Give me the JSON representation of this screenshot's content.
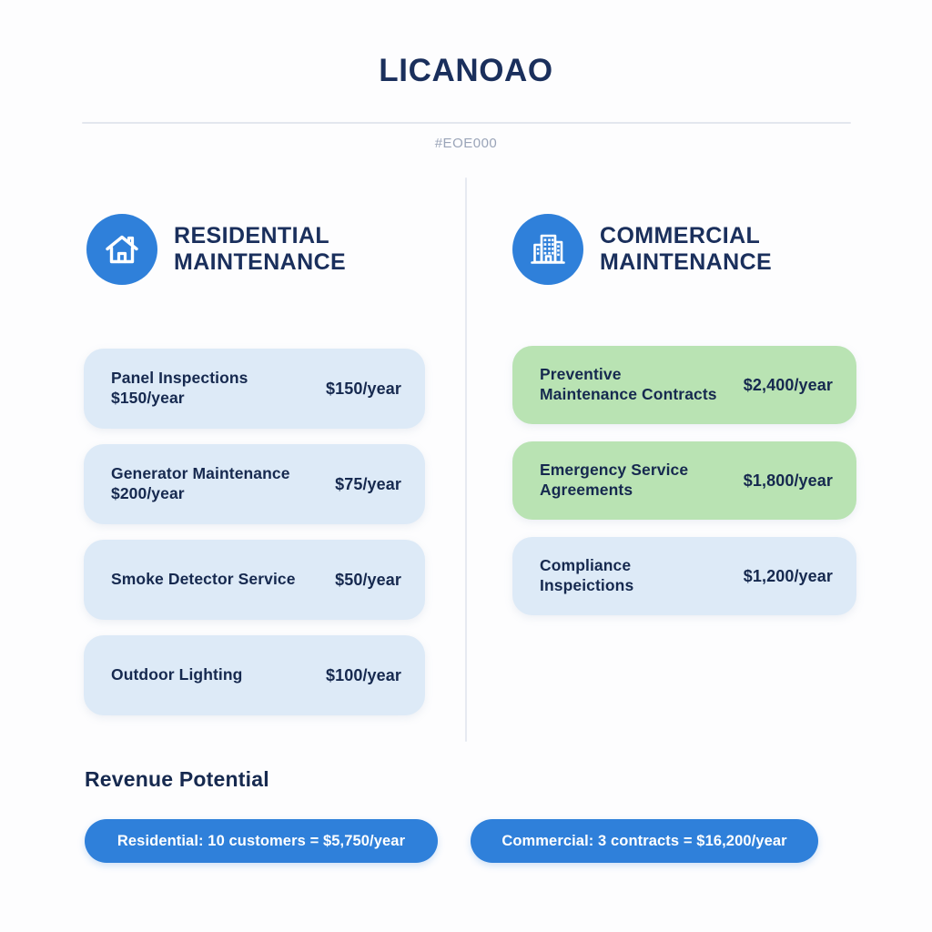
{
  "header": {
    "title": "LICANOAO",
    "subtitle": "#EOE000"
  },
  "colors": {
    "brand_blue": "#2f80da",
    "navy_text": "#16294f",
    "title_navy": "#1a2f5c",
    "card_blue": "#ddeaf7",
    "card_green": "#b9e3b3",
    "background": "#fdfdfe",
    "divider": "#e7eaf1"
  },
  "columns": [
    {
      "key": "residential",
      "icon": "home-icon",
      "title": "RESIDENTIAL\nMAINTENANCE",
      "items": [
        {
          "label": "Panel Inspections\n$150/year",
          "price": "$150/year",
          "tone": "blue"
        },
        {
          "label": "Generator Maintenance\n$200/year",
          "price": "$75/year",
          "tone": "blue"
        },
        {
          "label": "Smoke Detector Service",
          "price": "$50/year",
          "tone": "blue"
        },
        {
          "label": "Outdoor Lighting",
          "price": "$100/year",
          "tone": "blue"
        }
      ]
    },
    {
      "key": "commercial",
      "icon": "building-icon",
      "title": "COMMERCIAL\nMAINTENANCE",
      "items": [
        {
          "label": "Preventive\nMaintenance Contracts",
          "price": "$2,400/year",
          "tone": "green"
        },
        {
          "label": "Emergency Service\nAgreements",
          "price": "$1,800/year",
          "tone": "green"
        },
        {
          "label": "Compliance\nInspeictions",
          "price": "$1,200/year",
          "tone": "blue"
        }
      ]
    }
  ],
  "revenue": {
    "heading": "Revenue Potential",
    "pills": [
      {
        "key": "residential",
        "label": "Residential: 10 customers = $5,750/year"
      },
      {
        "key": "commercial",
        "label": "Commercial: 3 contracts = $16,200/year"
      }
    ]
  }
}
